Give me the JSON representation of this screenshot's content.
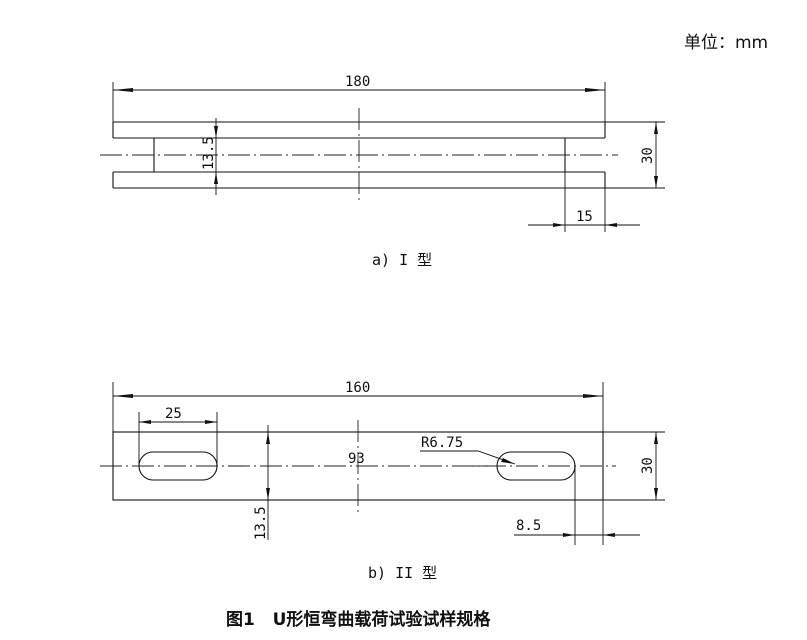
{
  "unit_label": "单位：mm",
  "figure_title": "图1   U形恒弯曲载荷试验试样规格",
  "type1": {
    "caption": "a) I 型",
    "dims": {
      "length": "180",
      "width": "30",
      "gap": "13.5",
      "slot": "15"
    }
  },
  "type2": {
    "caption": "b) II 型",
    "dims": {
      "length": "160",
      "width": "30",
      "offset": "13.5",
      "slot_length": "25",
      "center_distance": "93",
      "radius": "R6.75",
      "end_distance": "8.5"
    }
  }
}
